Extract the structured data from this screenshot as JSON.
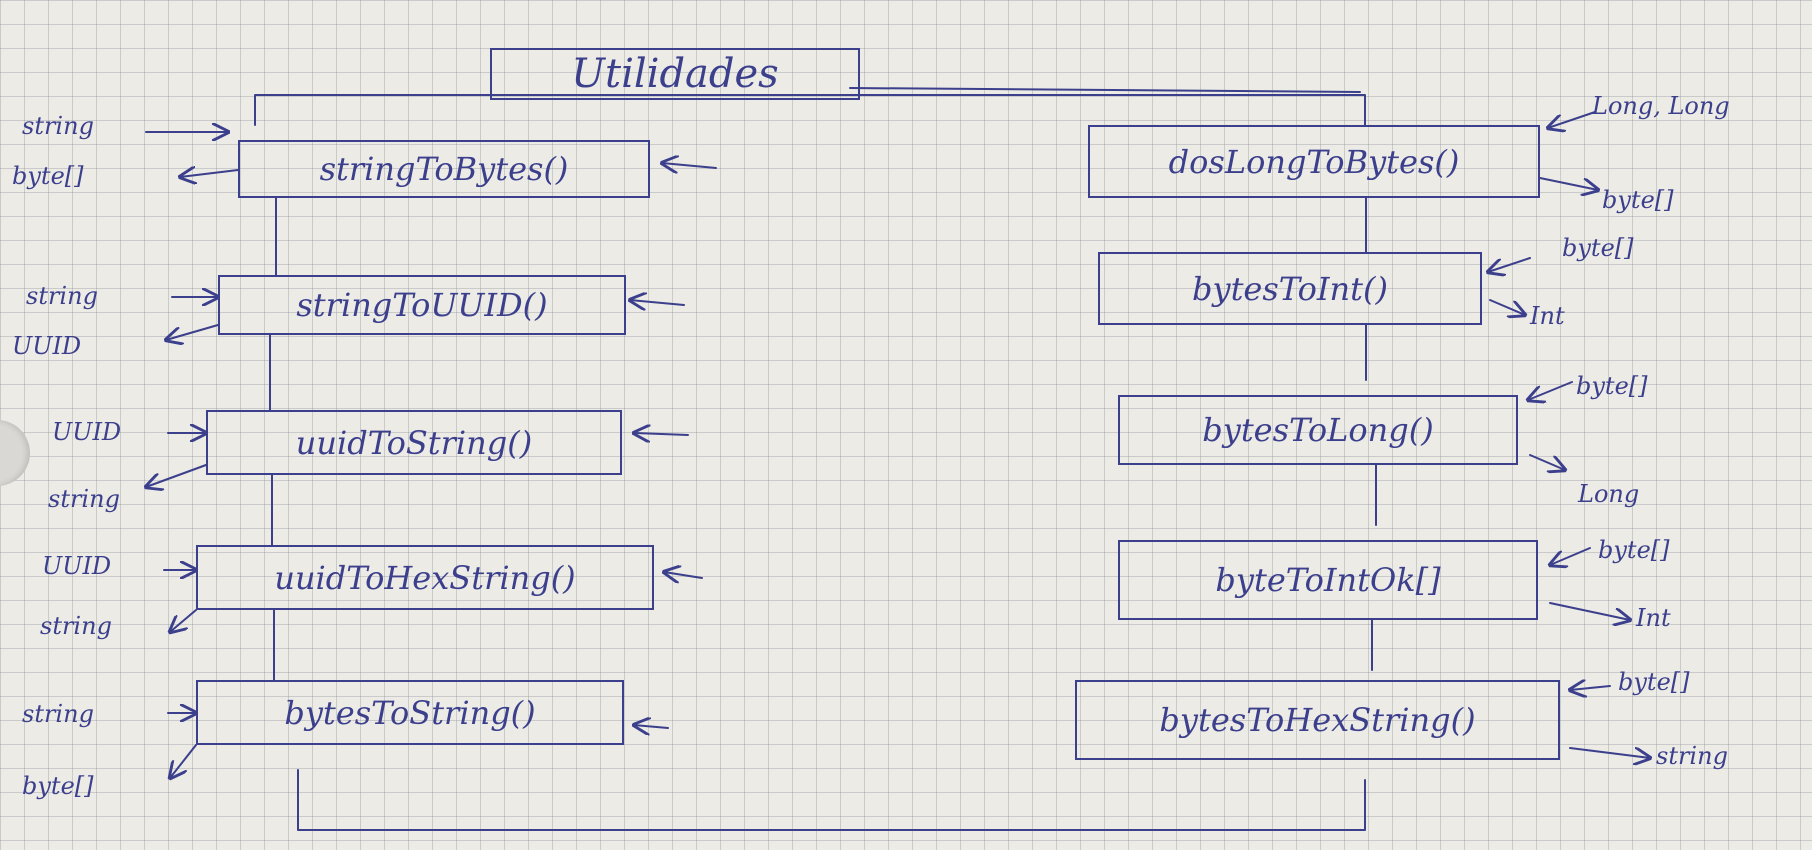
{
  "diagram": {
    "title": "Utilidades",
    "left_methods": [
      {
        "name": "stringToBytes()",
        "input": "string",
        "output": "byte[]"
      },
      {
        "name": "stringToUUID()",
        "input": "string",
        "output": "UUID"
      },
      {
        "name": "uuidToString()",
        "input": "UUID",
        "output": "string"
      },
      {
        "name": "uuidToHexString()",
        "input": "UUID",
        "output": "string"
      },
      {
        "name": "bytesToString()",
        "input": "string",
        "output": "byte[]"
      }
    ],
    "right_methods": [
      {
        "name": "dosLongToBytes()",
        "input": "Long, Long",
        "output": "byte[]"
      },
      {
        "name": "bytesToInt()",
        "input": "byte[]",
        "output": "Int"
      },
      {
        "name": "bytesToLong()",
        "input": "byte[]",
        "output": "Long"
      },
      {
        "name": "byteToIntOk[]",
        "input": "byte[]",
        "output": "Int"
      },
      {
        "name": "bytesToHexString()",
        "input": "byte[]",
        "output": "string"
      }
    ]
  },
  "colors": {
    "ink": "#3b3f8c",
    "paper": "#ecebe6",
    "grid": "#8c8c96"
  }
}
